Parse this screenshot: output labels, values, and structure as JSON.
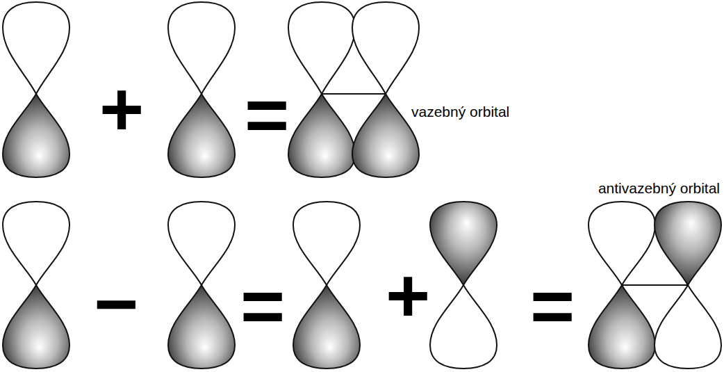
{
  "diagram": {
    "labels": [
      "+",
      "=",
      "vazebný orbital",
      "antivazebný orbital",
      "−",
      "=",
      "+",
      "="
    ]
  }
}
